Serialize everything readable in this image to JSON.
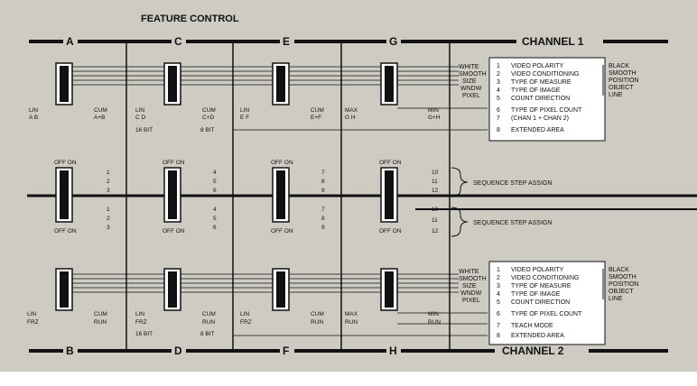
{
  "title": "FEATURE CONTROL",
  "channels": {
    "ch1": "CHANNEL 1",
    "ch2": "CHANNEL 2"
  },
  "bus_top": [
    "A",
    "C",
    "E",
    "G"
  ],
  "bus_bottom": [
    "B",
    "D",
    "F",
    "H"
  ],
  "colors": {
    "background": "#cecbc3",
    "ink": "#111111",
    "panel": "#ffffff"
  },
  "channel1_switches": {
    "inputs": [
      "WHITE",
      "SMOOTH",
      "SIZE",
      "WNDW",
      "PIXEL"
    ],
    "numbers": [
      "1",
      "2",
      "3",
      "4",
      "5",
      "6",
      "7",
      "8"
    ],
    "functions": [
      "VIDEO POLARITY",
      "VIDEO CONDITIONING",
      "TYPE OF MEASURE",
      "TYPE OF IMAGE",
      "COUNT DIRECTION",
      "TYPE OF PIXEL COUNT",
      "(CHAN 1 + CHAN 2)",
      "EXTENDED AREA"
    ],
    "outputs": [
      "BLACK",
      "SMOOTH",
      "POSITION",
      "OBJECT",
      "LINE"
    ]
  },
  "channel2_switches": {
    "inputs": [
      "WHITE",
      "SMOOTH",
      "SIZE",
      "WNDW",
      "PIXEL"
    ],
    "numbers": [
      "1",
      "2",
      "3",
      "4",
      "5",
      "6",
      "7",
      "8"
    ],
    "functions": [
      "VIDEO POLARITY",
      "VIDEO CONDITIONING",
      "TYPE OF MEASURE",
      "TYPE OF IMAGE",
      "COUNT DIRECTION",
      "TYPE OF PIXEL COUNT",
      "TEACH MODE",
      "EXTENDED AREA"
    ],
    "outputs": [
      "BLACK",
      "SMOOTH",
      "POSITION",
      "OBJECT",
      "LINE"
    ]
  },
  "ch1_dip_labels": {
    "s1": {
      "left_top": "LIN",
      "left_bottom": "A B",
      "right_top": "CUM",
      "right_bottom": "A+B"
    },
    "s2": {
      "left_top": "LIN",
      "left_bottom": "C D",
      "right_top": "CUM",
      "right_bottom": "C+D",
      "under_left": "16 BIT",
      "under_right": "8 BIT"
    },
    "s3": {
      "left_top": "LIN",
      "left_bottom": "E F",
      "right_top": "CUM",
      "right_bottom": "E+F"
    },
    "s4": {
      "left_top": "MAX",
      "left_bottom": "G H",
      "right_top": "MIN",
      "right_bottom": "G+H"
    }
  },
  "ch2_dip_labels": {
    "s1": {
      "left_top": "LIN",
      "left_bottom": "FRZ",
      "right_top": "CUM",
      "right_bottom": "RUN"
    },
    "s2": {
      "left_top": "LIN",
      "left_bottom": "FRZ",
      "right_top": "CUM",
      "right_bottom": "RUN",
      "under_left": "16 BIT",
      "under_right": "8 BIT"
    },
    "s3": {
      "left_top": "LIN",
      "left_bottom": "FRZ",
      "right_top": "CUM",
      "right_bottom": "RUN"
    },
    "s4": {
      "left_top": "MAX",
      "left_bottom": "RUN",
      "right_top": "MIN",
      "right_bottom": "RUN"
    }
  },
  "sequence": {
    "off_on": "OFF ON",
    "upper_switches": [
      [
        "1",
        "2",
        "3"
      ],
      [
        "4",
        "5",
        "6"
      ],
      [
        "7",
        "8",
        "9"
      ],
      [
        "10",
        "11",
        "12"
      ]
    ],
    "lower_switches": [
      [
        "1",
        "2",
        "3"
      ],
      [
        "4",
        "5",
        "6"
      ],
      [
        "7",
        "8",
        "9"
      ],
      [
        "10",
        "11",
        "12"
      ]
    ],
    "assign_label_upper": "SEQUENCE STEP ASSIGN",
    "assign_label_lower": "SEQUENCE STEP ASSIGN"
  }
}
